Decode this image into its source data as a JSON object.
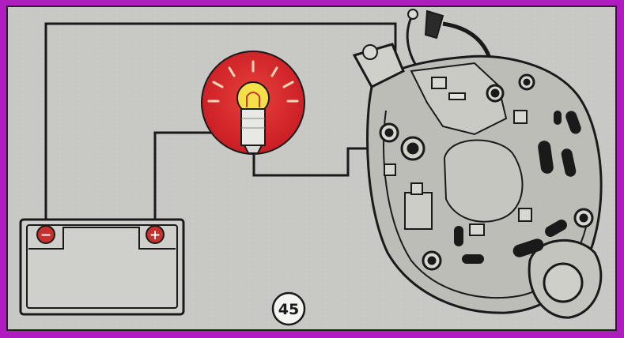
{
  "figure": {
    "number": "45"
  },
  "components": {
    "battery": {
      "negative_terminal_symbol": "−",
      "positive_terminal_symbol": "+"
    },
    "test_lamp": {
      "state": "lit"
    },
    "alternator": {
      "view": "rear"
    }
  },
  "colors": {
    "frame": "#b01cc0",
    "background": "#c8c9c5",
    "line": "#1a1a1a",
    "lamp_halo": "#d8222a",
    "bulb_glass": "#f5e04a",
    "terminal_fill": "#c8302e",
    "alternator_fill": "#bdbdb8"
  }
}
